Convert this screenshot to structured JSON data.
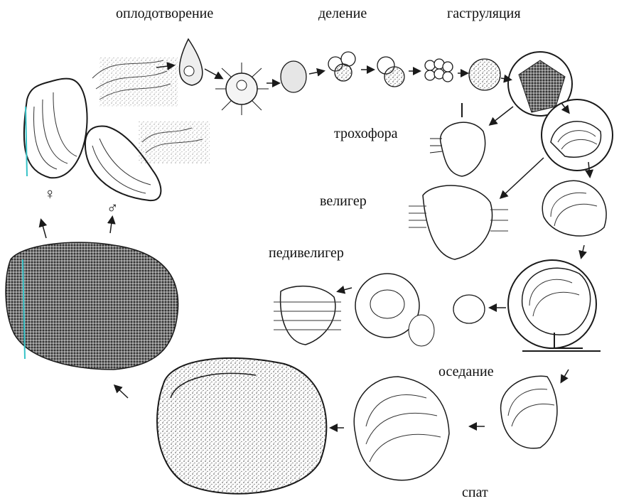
{
  "labels": {
    "fertilization": "оплодотворение",
    "cleavage": "деление",
    "gastrulation": "гаструляция",
    "trochophore": "трохофора",
    "veliger": "велигер",
    "pediveliger": "педивелигер",
    "settlement": "оседание",
    "spat": "спат",
    "female": "♀",
    "male": "♂"
  },
  "colors": {
    "ink": "#1a1a1a",
    "paper": "#ffffff",
    "stipple": "#555555",
    "accent": "#37c3c8"
  }
}
